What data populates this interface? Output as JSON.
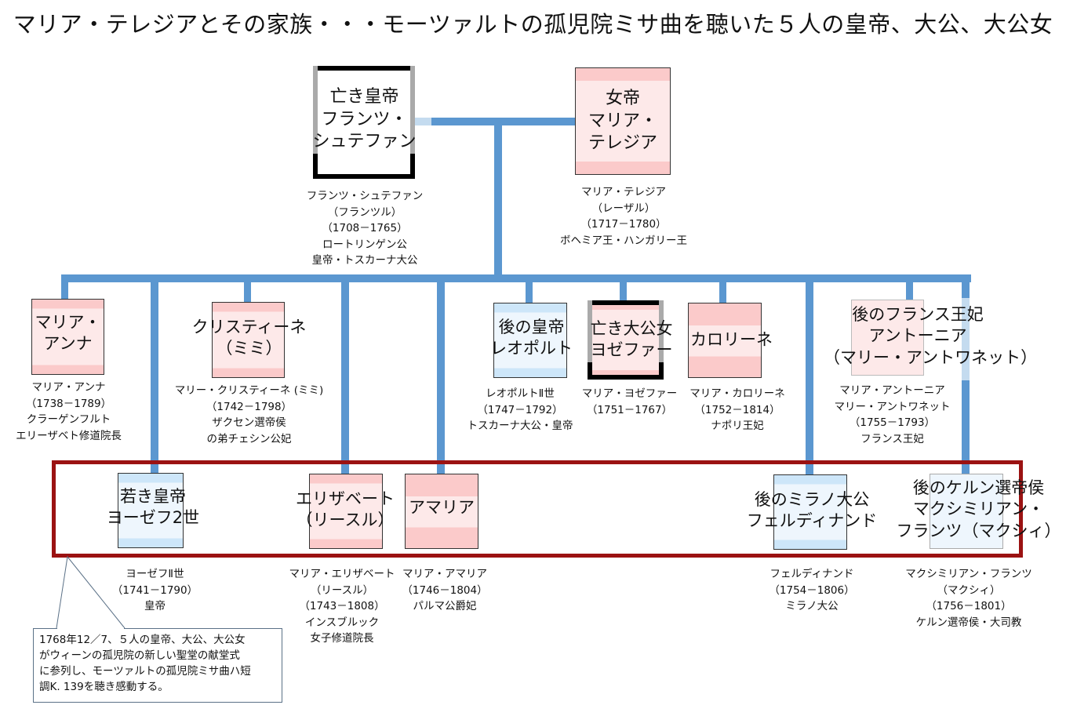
{
  "title": "マリア・テレジアとその家族・・・モーツァルトの孤児院ミサ曲を聴いた５人の皇帝、大公、大公女",
  "colors": {
    "connector": "#5b97d0",
    "female_box": "#fbcaca",
    "male_box": "#cde6f9",
    "highlight_frame": "#9b1212",
    "deceased_border": "#000000"
  },
  "parents": {
    "father": {
      "box_label": "亡き皇帝\nフランツ・\nシュテファン",
      "info": "フランツ・シュテファン\n（フランツル）\n（1708－1765）\nロートリンゲン公\n皇帝・トスカーナ大公",
      "status": "deceased"
    },
    "mother": {
      "box_label": "女帝\nマリア・\nテレジア",
      "info": "マリア・テレジア\n（レーザル）\n（1717－1780）\nボヘミア王・ハンガリー王"
    }
  },
  "children": [
    {
      "id": "maria-anna",
      "box_label": "マリア・\nアンナ",
      "info": "マリア・アンナ\n（1738－1789）\nクラーゲンフルト\nエリーザベト修道院長",
      "gender": "female",
      "heard_mass": false
    },
    {
      "id": "joseph",
      "box_label": "若き皇帝\nヨーゼフ2世",
      "info": "ヨーゼフⅡ世\n（1741－1790）\n皇帝",
      "gender": "male",
      "heard_mass": true
    },
    {
      "id": "christine",
      "box_label": "クリスティーネ\n（ミミ）",
      "info": "マリー・クリスティーネ (ミミ)\n（1742－1798）\nザクセン選帝侯\nの弟チェシン公妃",
      "gender": "female",
      "heard_mass": false
    },
    {
      "id": "elisabeth",
      "box_label": "エリザベート\n（リースル）",
      "info": "マリア・エリザベート\n（リースル）\n（1743－1808）\nインスブルック\n女子修道院長",
      "gender": "female",
      "heard_mass": true
    },
    {
      "id": "amalia",
      "box_label": "アマリア",
      "info": "マリア・アマリア\n（1746－1804）\nパルマ公爵妃",
      "gender": "female",
      "heard_mass": true
    },
    {
      "id": "leopold",
      "box_label": "後の皇帝\nレオポルト",
      "info": "レオポルトⅡ世\n（1747－1792）\nトスカーナ大公・皇帝",
      "gender": "male",
      "heard_mass": false
    },
    {
      "id": "josepha",
      "box_label": "亡き大公女\nヨゼファー",
      "info": "マリア・ヨゼファー\n（1751－1767）",
      "gender": "female",
      "heard_mass": false,
      "status": "deceased"
    },
    {
      "id": "caroline",
      "box_label": "カロリーネ",
      "info": "マリア・カロリーネ\n（1752－1814）\nナポリ王妃",
      "gender": "female",
      "heard_mass": false
    },
    {
      "id": "ferdinand",
      "box_label": "後のミラノ大公\nフェルディナンド",
      "info": "フェルディナンド\n（1754－1806）\nミラノ大公",
      "gender": "male",
      "heard_mass": true
    },
    {
      "id": "antonia",
      "box_label": "後のフランス王妃\nアントーニア\n（マリー・アントワネット）",
      "info": "マリア・アントーニア\nマリー・アントワネット\n（1755－1793）\nフランス王妃",
      "gender": "female",
      "heard_mass": false
    },
    {
      "id": "maximilian",
      "box_label": "後のケルン選帝侯\nマクシミリアン・\nフランツ（マクシィ）",
      "info": "マクシミリアン・フランツ\n（マクシィ）\n（1756－1801）\nケルン選帝侯・大司教",
      "gender": "male",
      "heard_mass": true
    }
  ],
  "callout": {
    "text": "1768年12／7、５人の皇帝、大公、大公女\nがウィーンの孤児院の新しい聖堂の献堂式\nに参列し、モーツァルトの孤児院ミサ曲ハ短\n調K. 139を聴き感動する。"
  }
}
